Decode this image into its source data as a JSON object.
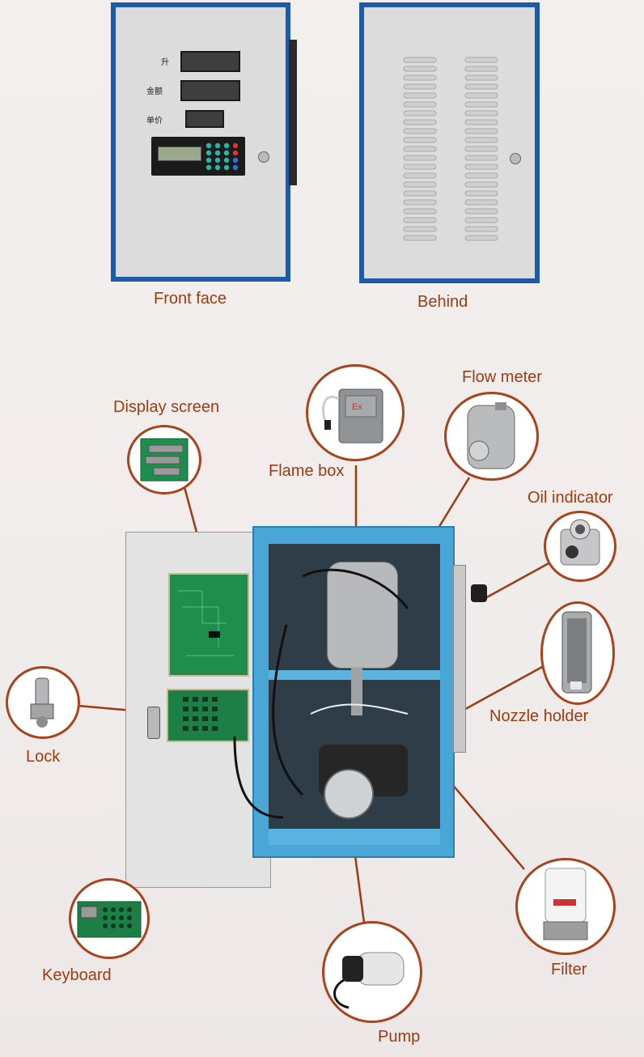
{
  "front": {
    "caption": "Front face",
    "labels": {
      "liters": "升",
      "amount": "金额",
      "price": "单价"
    }
  },
  "behind": {
    "caption": "Behind"
  },
  "components": {
    "display_screen": "Display screen",
    "flame_box": "Flame box",
    "flame_box_mark": "Ex",
    "flow_meter": "Flow meter",
    "oil_indicator": "Oil indicator",
    "nozzle_holder": "Nozzle holder",
    "lock": "Lock",
    "keyboard": "Keyboard",
    "filter": "Filter",
    "pump": "Pump"
  },
  "colors": {
    "caption_text": "#9a3d10",
    "circle_border": "#a9431b",
    "leader_line": "#9c3a12",
    "cabinet_blue": "#1d5ba8",
    "open_cabinet_blue": "#4aa6d6",
    "panel_grey": "#dcdcdc"
  }
}
